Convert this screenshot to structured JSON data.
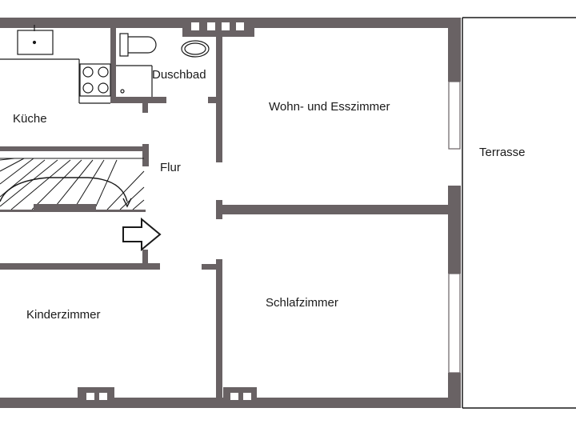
{
  "colors": {
    "wall": "#696264",
    "line": "#1a1a1a",
    "background": "#ffffff"
  },
  "rooms": {
    "kueche": "Küche",
    "duschbad": "Duschbad",
    "wohn": "Wohn- und Esszimmer",
    "flur": "Flur",
    "terrasse": "Terrasse",
    "kinder": "Kinderzimmer",
    "schlaf": "Schlafzimmer"
  },
  "symbols": {
    "entrance": "arrow-right-icon",
    "stairs_direction": "curved-arrow-icon"
  }
}
